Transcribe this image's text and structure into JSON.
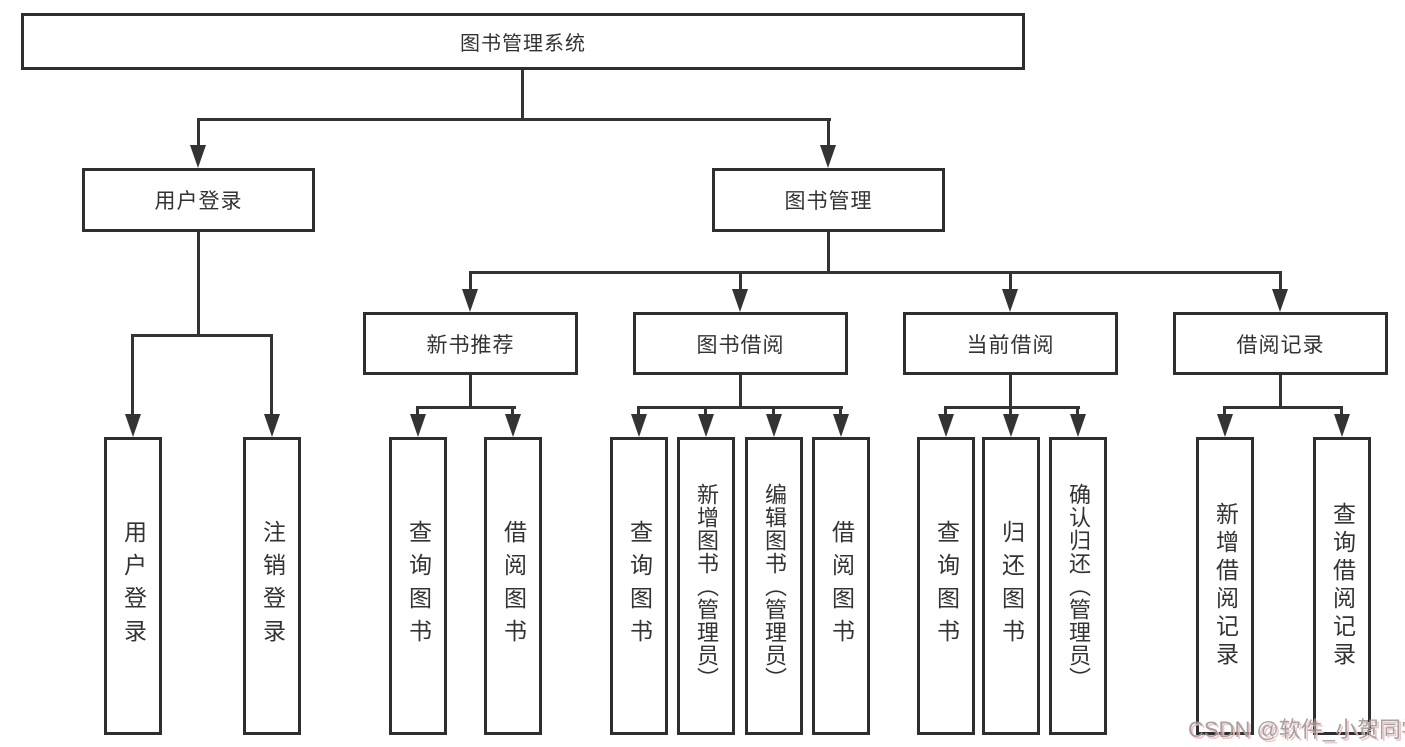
{
  "tree": {
    "root": "图书管理系统",
    "branches": [
      {
        "label": "用户登录",
        "children": [
          "用户登录",
          "注销登录"
        ]
      },
      {
        "label": "图书管理",
        "groups": [
          {
            "label": "新书推荐",
            "children": [
              "查询图书",
              "借阅图书"
            ]
          },
          {
            "label": "图书借阅",
            "children": [
              "查询图书",
              "新增图书（管理员）",
              "编辑图书（管理员）",
              "借阅图书"
            ]
          },
          {
            "label": "当前借阅",
            "children": [
              "查询图书",
              "归还图书",
              "确认归还（管理员）"
            ]
          },
          {
            "label": "借阅记录",
            "children": [
              "新增借阅记录",
              "查询借阅记录"
            ]
          }
        ]
      }
    ]
  },
  "watermark": {
    "text": "CSDN @软件_小贺同学"
  },
  "colors": {
    "line": "#333333",
    "box_border": "#2e2e2e",
    "text": "#333333",
    "background": "#ffffff",
    "watermark_text": "#9a9a9a",
    "watermark_shadow": "#f2c0c0"
  }
}
